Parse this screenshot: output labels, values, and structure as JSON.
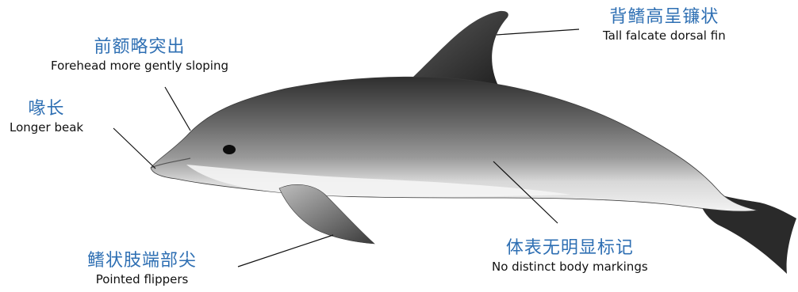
{
  "annotations": [
    {
      "id": "dorsal-fin",
      "zh": "背鳍高呈镰状",
      "en": "Tall falcate dorsal fin"
    },
    {
      "id": "forehead",
      "zh": "前额略突出",
      "en": "Forehead more gently sloping"
    },
    {
      "id": "beak",
      "zh": "喙长",
      "en": "Longer beak"
    },
    {
      "id": "flippers",
      "zh": "鳍状肢端部尖",
      "en": "Pointed flippers"
    },
    {
      "id": "body-markings",
      "zh": "体表无明显标记",
      "en": "No distinct body markings"
    }
  ],
  "colors": {
    "zh_label": "#2e6fb3",
    "en_label": "#111111",
    "dolphin_back": "#3f3f3f",
    "dolphin_flank": "#8c8c8c",
    "dolphin_belly": "#ececec",
    "leader_line": "#111111"
  }
}
